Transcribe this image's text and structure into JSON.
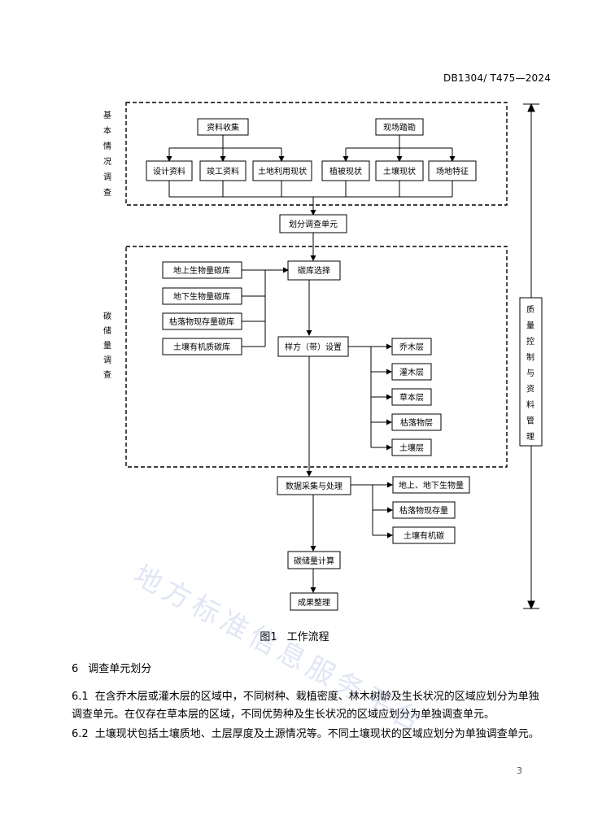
{
  "header": {
    "doc_id": "DB1304/ T475—2024"
  },
  "flowchart": {
    "stage_basic": "基本情况调查",
    "stage_carbon": "碳储量调查",
    "side_label": "质量控制与资料管理",
    "nodes": {
      "data_collection": "资料收集",
      "site_survey": "现场踏勘",
      "design_data": "设计资料",
      "completion_data": "竣工资料",
      "land_use": "土地利用现状",
      "vegetation_status": "植被现状",
      "soil_status": "土壤现状",
      "site_features": "场地特征",
      "survey_units": "划分调查单元",
      "pool_selection": "碳库选择",
      "aboveground_pool": "地上生物量碳库",
      "belowground_pool": "地下生物量碳库",
      "litter_pool": "枯落物现存量碳库",
      "soil_organic_pool": "土壤有机质碳库",
      "plot_setup": "样方（带）设置",
      "tree_layer": "乔木层",
      "shrub_layer": "灌木层",
      "herb_layer": "草本层",
      "litter_layer": "枯落物层",
      "soil_layer": "土壤层",
      "data_processing": "数据采集与处理",
      "biomass_above_below": "地上、地下生物量",
      "litter_stock": "枯落物现存量",
      "soil_organic_carbon": "土壤有机碳",
      "carbon_calc": "碳储量计算",
      "results": "成果整理"
    }
  },
  "caption": {
    "figure_num": "图1",
    "title": "工作流程"
  },
  "section": {
    "num": "6",
    "title": "调查单元划分"
  },
  "paragraphs": [
    {
      "num": "6.1",
      "text": "在含乔木层或灌木层的区域中，不同树种、栽植密度、林木树龄及生长状况的区域应划分为单独调查单元。在仅存在草本层的区域，不同优势种及生长状况的区域应划分为单独调查单元。"
    },
    {
      "num": "6.2",
      "text": "土壤现状包括土壤质地、土层厚度及土源情况等。不同土壤现状的区域应划分为单独调查单元。"
    }
  ],
  "page_number": "3",
  "watermark": "地方标准信息服务平台"
}
